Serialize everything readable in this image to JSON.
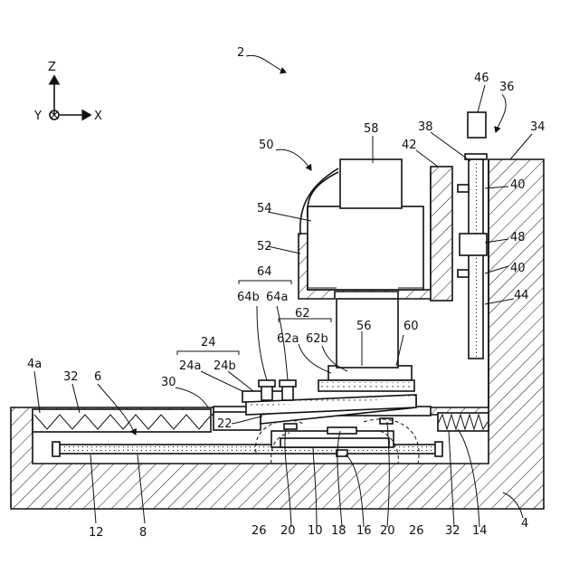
{
  "figure": {
    "figure_number": "2",
    "axes": {
      "z": "Z",
      "y": "Y",
      "x": "X"
    },
    "labels": {
      "l50": "50",
      "l58": "58",
      "l46": "46",
      "l36": "36",
      "l34": "34",
      "l38": "38",
      "l42": "42",
      "l40a": "40",
      "l40b": "40",
      "l48": "48",
      "l44": "44",
      "l54": "54",
      "l52": "52",
      "l64": "64",
      "l64b": "64b",
      "l64a": "64a",
      "l62": "62",
      "l62a": "62a",
      "l62b": "62b",
      "l56": "56",
      "l60": "60",
      "l24": "24",
      "l24a": "24a",
      "l24b": "24b",
      "l4a": "4a",
      "l32a": "32",
      "l6": "6",
      "l30": "30",
      "l22": "22",
      "l12": "12",
      "l8": "8",
      "l26a": "26",
      "l20a": "20",
      "l10": "10",
      "l18": "18",
      "l16": "16",
      "l20b": "20",
      "l26b": "26",
      "l32b": "32",
      "l14": "14",
      "l4": "4"
    }
  }
}
